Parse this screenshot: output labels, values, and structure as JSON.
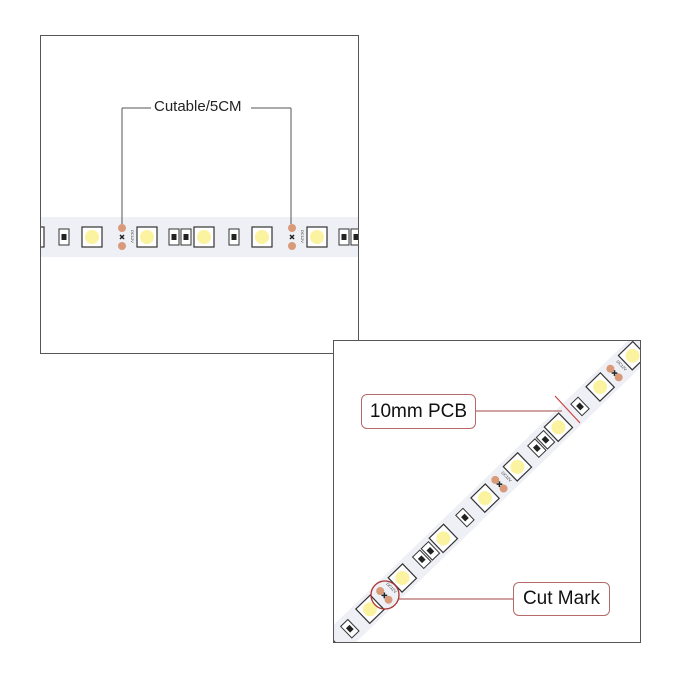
{
  "top_panel": {
    "label": "Cutable/5CM",
    "strip_marking": "DC12V"
  },
  "bottom_panel": {
    "pcb_label": "10mm PCB",
    "cut_label": "Cut Mark"
  },
  "colors": {
    "strip": "#eef0f6",
    "led": "#fbf3a0",
    "pad": "#d99a7a",
    "callout_border": "#b56a6a",
    "leader_line": "#555555"
  }
}
